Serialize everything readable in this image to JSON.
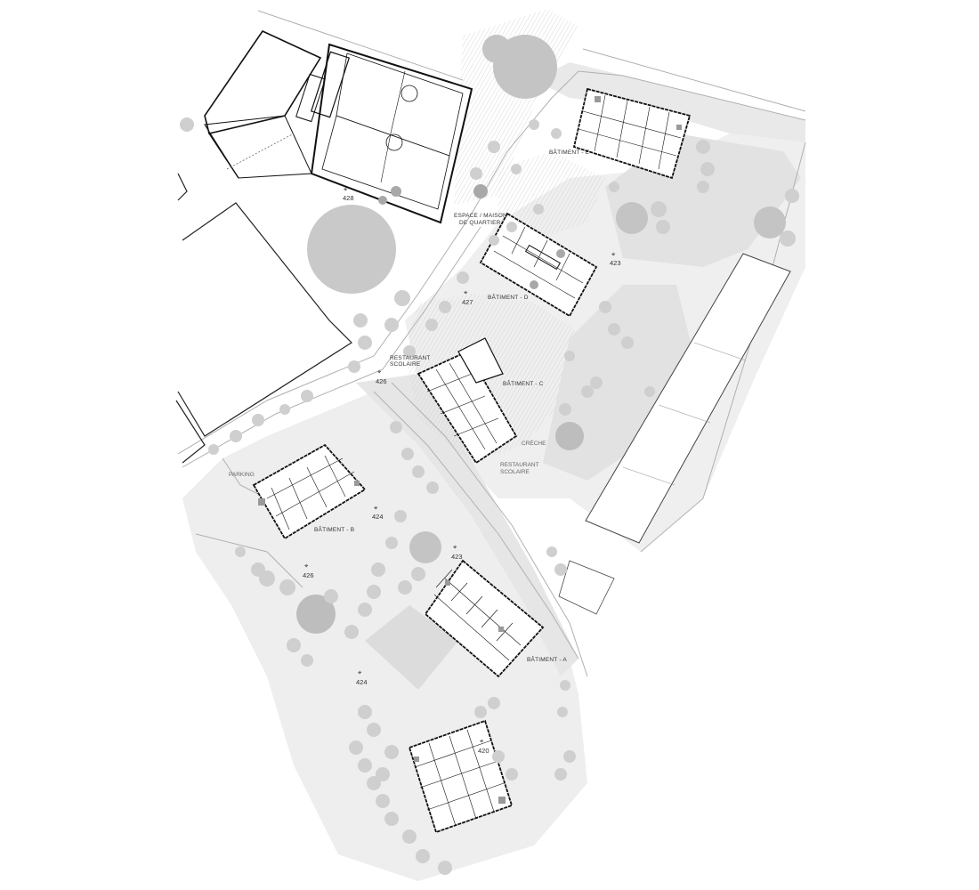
{
  "colors": {
    "background": "#ffffff",
    "ground": "#eeeeee",
    "ground_dark": "#e2e2e2",
    "pavement": "#dddddd",
    "tree_large": "#bdbdbd",
    "tree": "#c8c8c8",
    "tree_dark": "#9e9e9e",
    "wall": "#111111",
    "road_line": "#b0b0b0"
  },
  "labels": {
    "batiment_a": "BÂTIMENT - A",
    "batiment_b": "BÂTIMENT - B",
    "batiment_c": "BÂTIMENT - C",
    "batiment_d": "BÂTIMENT - D",
    "batiment_e": "BÂTIMENT - E",
    "espace_line1": "ESPACE / MAISON",
    "espace_line2": "DE QUARTIER",
    "restaurant_line1": "RESTAURANT",
    "restaurant_line2": "SCOLAIRE",
    "restaurant2_line1": "RESTAURANT",
    "restaurant2_line2": "SCOLAIRE",
    "creche": "CRÈCHE",
    "parking": "PARKING"
  },
  "elevations": {
    "e428": "428",
    "e427": "427",
    "e426_top": "426",
    "e426_bottom": "426",
    "e423_right": "423",
    "e423_mid": "423",
    "e424_left": "424",
    "e424_bottom": "424",
    "e420": "420"
  }
}
